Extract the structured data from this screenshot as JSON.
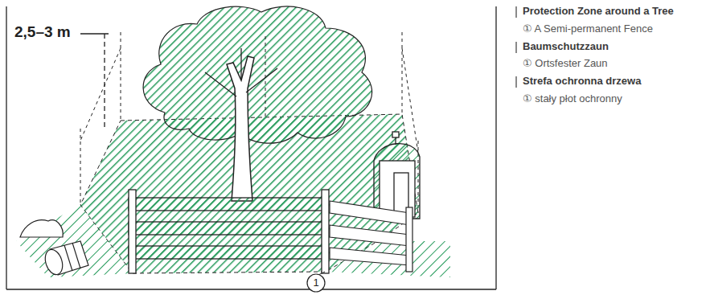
{
  "diagram": {
    "labels": [
      "2,5–3 m",
      "1",
      "Protection Zone around a Tree",
      "① A Semi-permanent Fence",
      "Baumschutzzaun",
      "① Ortsfester Zaun",
      "Strefa ochronna drzewa",
      "① stały płot ochronny"
    ]
  }
}
